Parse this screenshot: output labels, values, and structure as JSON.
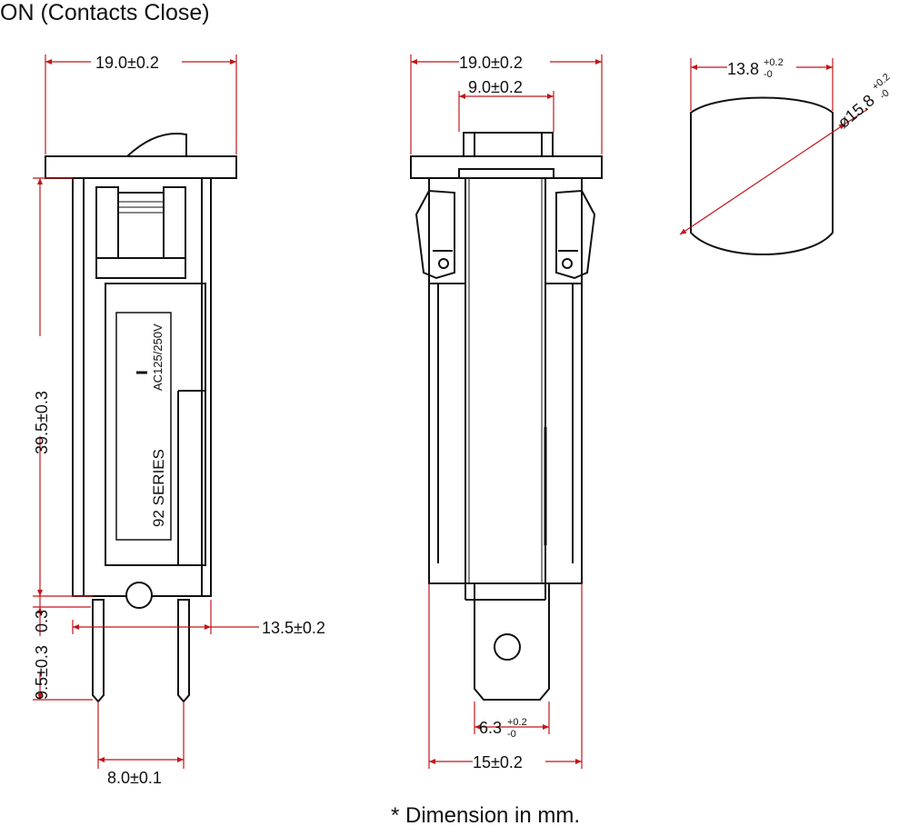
{
  "header": {
    "title": "ON (Contacts Close)"
  },
  "footer": {
    "note": "* Dimension in mm."
  },
  "colors": {
    "outline": "#111111",
    "dimension": "#c0161b"
  },
  "front_view": {
    "overall_width": "19.0±0.2",
    "body_height": "39.5±0.3",
    "pin_offset": "0.3",
    "pin_length": "9.5±0.3",
    "pin_spacing": "8.0±0.1",
    "body_width": "13.5±0.2",
    "label_series": "92  SERIES",
    "label_rating": "AC125/250V"
  },
  "side_view": {
    "overall_width": "19.0±0.2",
    "actuator_width": "9.0±0.2",
    "terminal_width": {
      "value": "6.3",
      "tol_plus": "+0.2",
      "tol_minus": "-0"
    },
    "base_width": "15±0.2"
  },
  "cutout_view": {
    "flat_width": {
      "value": "13.8",
      "tol_plus": "+0.2",
      "tol_minus": "-0"
    },
    "diameter": {
      "value": "ø15.8",
      "tol_plus": "+0.2",
      "tol_minus": "-0"
    }
  }
}
